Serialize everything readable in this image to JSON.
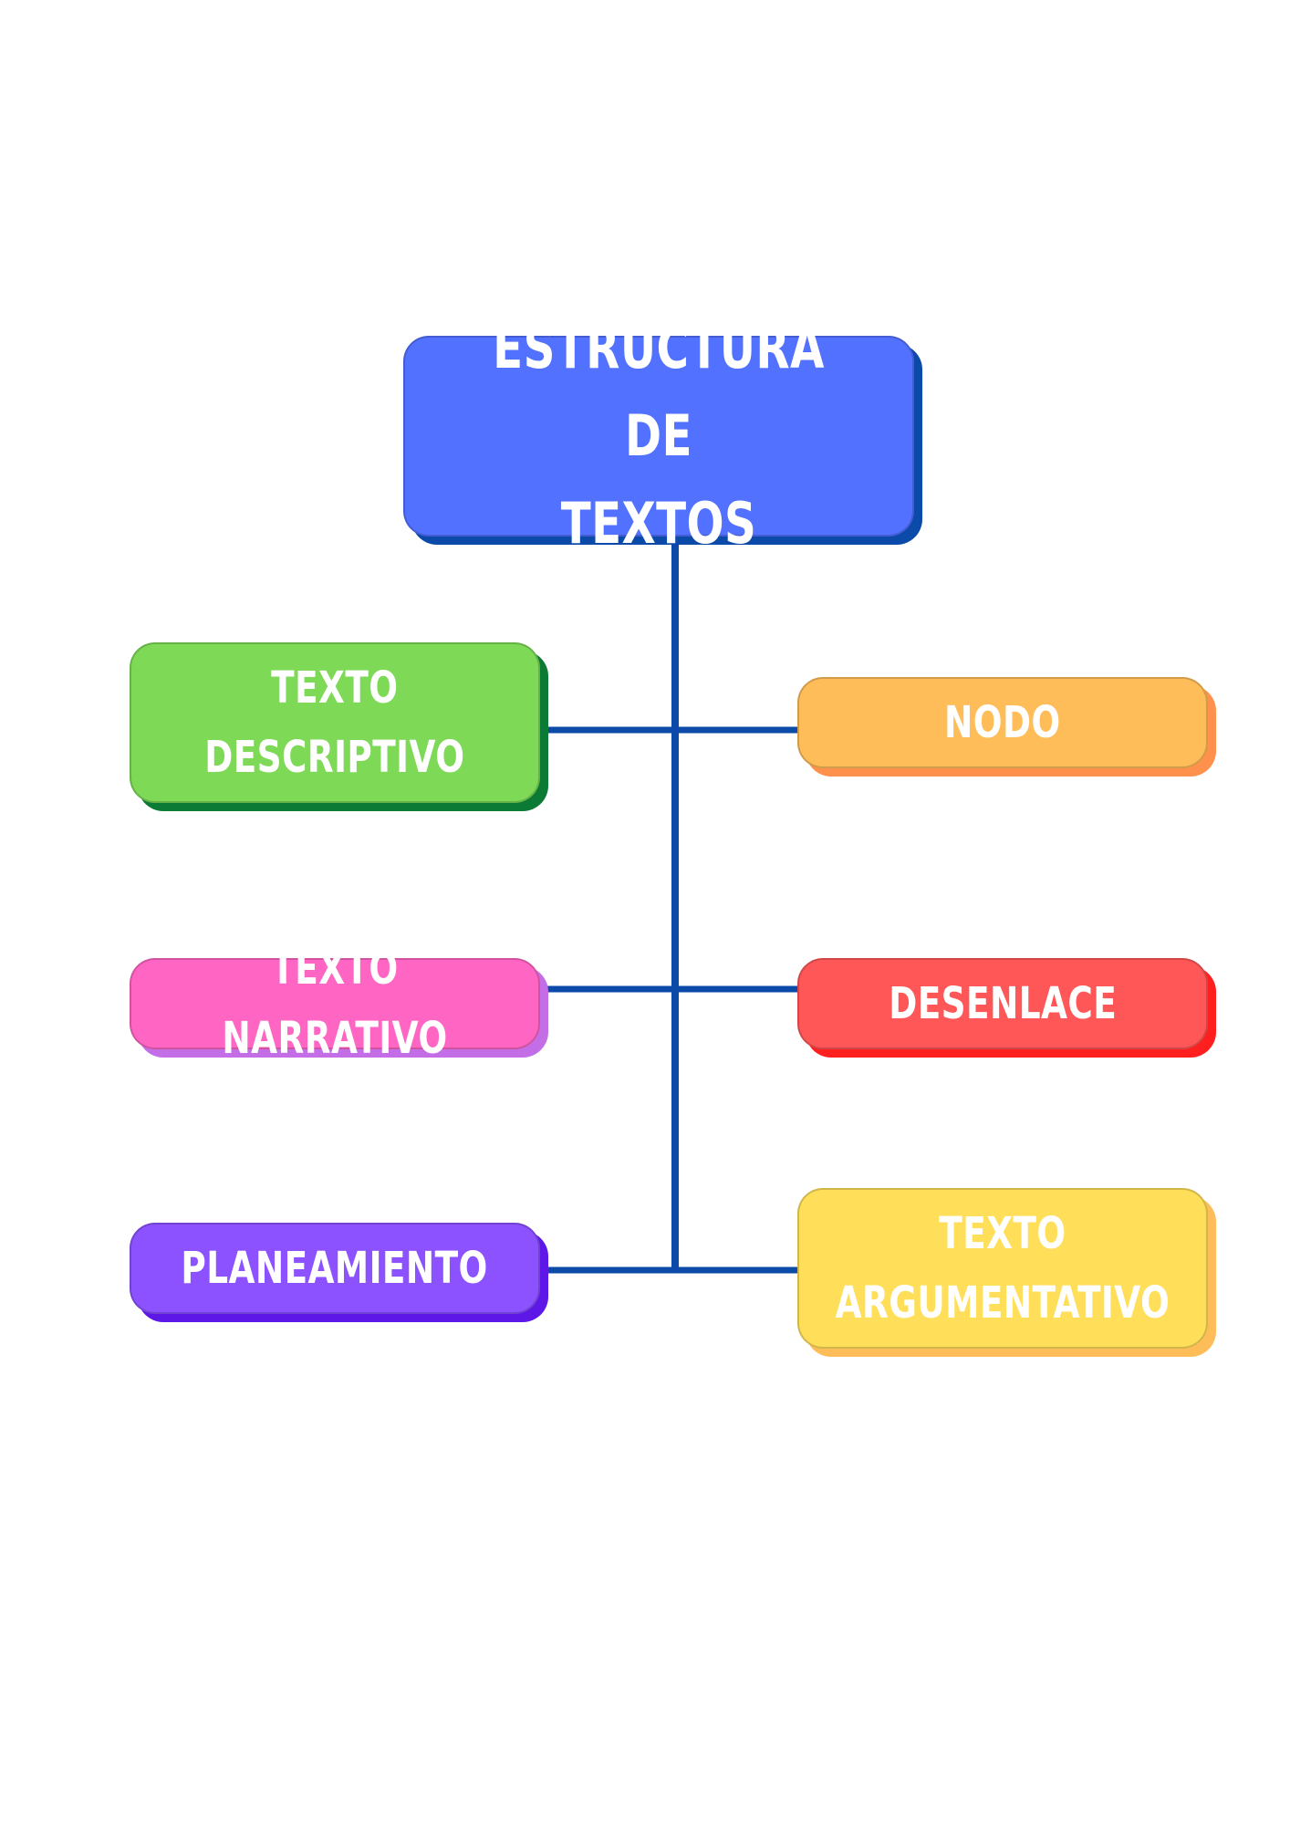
{
  "root": {
    "label": "ESTRUCTURA DE\nTEXTOS",
    "color": "#5271ff",
    "shadow": "#0b4aa8"
  },
  "nodes": {
    "descriptivo": {
      "label": "TEXTO\nDESCRIPTIVO",
      "color": "#7ed957",
      "shadow": "#0a7a35"
    },
    "narrativo": {
      "label": "TEXTO NARRATIVO",
      "color": "#ff66c4",
      "shadow": "#c36ee6"
    },
    "planeamiento": {
      "label": "PLANEAMIENTO",
      "color": "#8c52ff",
      "shadow": "#5d17e6"
    },
    "nodo": {
      "label": "NODO",
      "color": "#ffbd59",
      "shadow": "#ff914d"
    },
    "desenlace": {
      "label": "DESENLACE",
      "color": "#ff5757",
      "shadow": "#ff1f1f"
    },
    "argumentativo": {
      "label": "TEXTO\nARGUMENTATIVO",
      "color": "#ffde59",
      "shadow": "#ffbd59"
    }
  },
  "connector_color": "#0b4aa8"
}
